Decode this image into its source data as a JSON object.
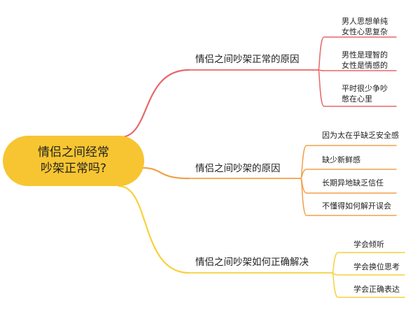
{
  "root": {
    "line1": "情侣之间经常",
    "line2": "吵架正常吗?"
  },
  "branches": [
    {
      "label": "情侣之间吵架正常的原因",
      "color": "#e8676a",
      "children": [
        {
          "lines": [
            "男人思想单纯",
            "女性心思复杂"
          ]
        },
        {
          "lines": [
            "男性是理智的",
            "女性是情感的"
          ]
        },
        {
          "lines": [
            "平时很少争吵",
            "憋在心里"
          ]
        }
      ]
    },
    {
      "label": "情侣之间吵架的原因",
      "color": "#f2a14a",
      "children": [
        {
          "lines": [
            "因为太在乎缺乏安全感"
          ]
        },
        {
          "lines": [
            "缺少新鲜感"
          ]
        },
        {
          "lines": [
            "长期异地缺乏信任"
          ]
        },
        {
          "lines": [
            "不懂得如何解开误会"
          ]
        }
      ]
    },
    {
      "label": "情侣之间吵架如何正确解决",
      "color": "#f7d13c",
      "children": [
        {
          "lines": [
            "学会倾听"
          ]
        },
        {
          "lines": [
            "学会换位思考"
          ]
        },
        {
          "lines": [
            "学会正确表达"
          ]
        }
      ]
    }
  ]
}
